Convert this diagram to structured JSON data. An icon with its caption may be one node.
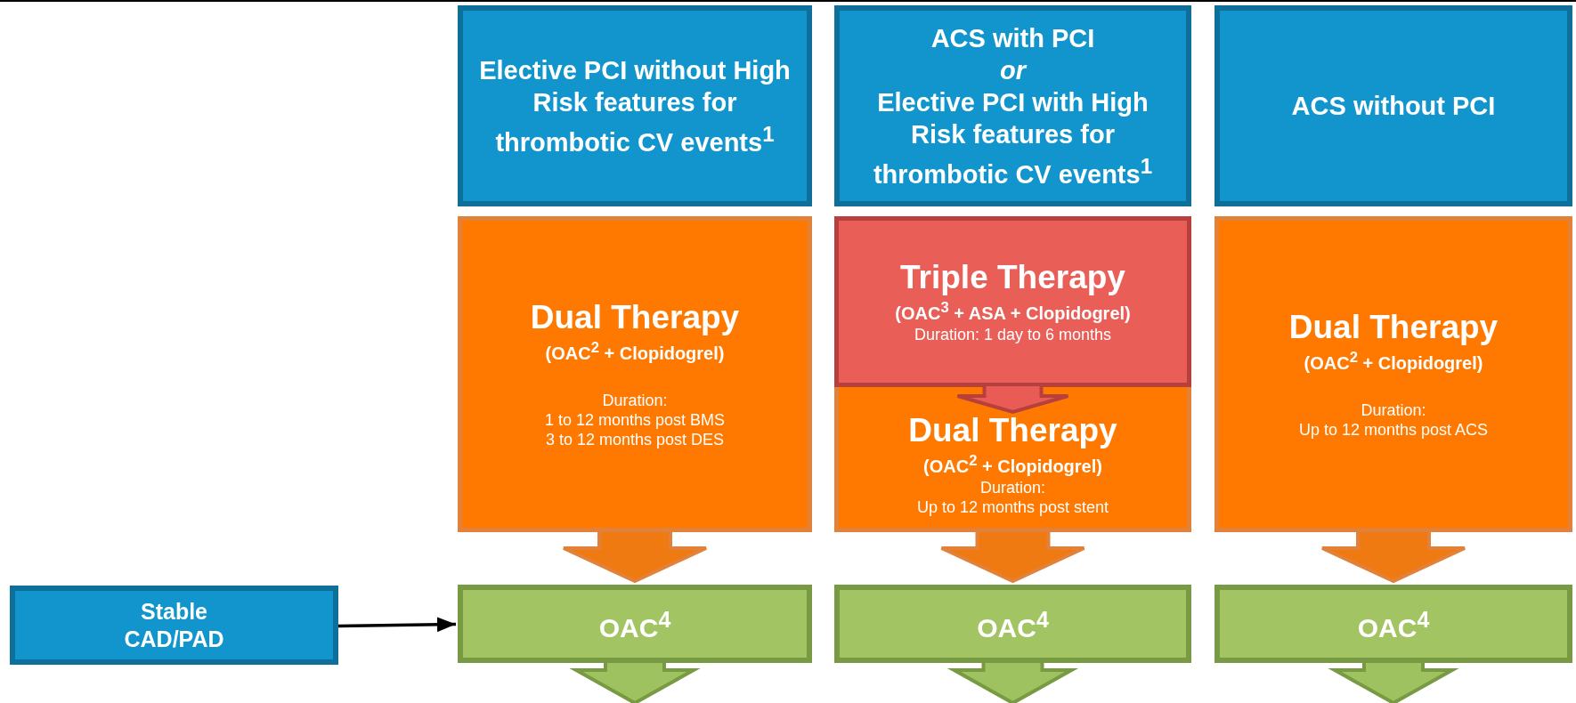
{
  "diagram": {
    "nodes": [
      {
        "text": [
          "Elective PCI without High Risk features for thrombotic CV events$^{1}$"
        ]
      },
      {
        "text": [
          "ACS with PCI",
          "or",
          "Elective PCI with High Risk features for thrombotic CV events$^{1}$"
        ]
      },
      {
        "text": [
          "ACS without PCI"
        ]
      },
      {
        "text": [
          "Dual Therapy",
          "(OAC$^{2}$ + Clopidogrel)",
          "Duration:",
          "1 to 12 months post BMS",
          "3 to 12 months post DES"
        ]
      },
      {
        "text": [
          "Triple Therapy",
          "(OAC$^{3}$ + ASA + Clopidogrel)",
          "Duration: 1 day to 6 months"
        ]
      },
      {
        "text": [
          "Dual Therapy",
          "(OAC$^{2}$ + Clopidogrel)",
          "Duration:",
          "Up to 12 months post stent"
        ]
      },
      {
        "text": [
          "Dual Therapy",
          "(OAC$^{2}$ + Clopidogrel)",
          "Duration:",
          "Up to 12 months post ACS"
        ]
      },
      {
        "text": [
          "Stable CAD/PAD"
        ]
      },
      {
        "text": [
          "OAC$^{4}$"
        ]
      },
      {
        "text": [
          "OAC$^{4}$"
        ]
      },
      {
        "text": [
          "OAC$^{4}$"
        ]
      }
    ],
    "edges": [
      {
        "from": 3,
        "to": 8,
        "arrow": "to",
        "style": "thick",
        "color": "#f07a12"
      },
      {
        "from": 4,
        "to": 5,
        "arrow": "to",
        "style": "thick",
        "color": "#e95c55"
      },
      {
        "from": 5,
        "to": 9,
        "arrow": "to",
        "style": "thick",
        "color": "#f07a12"
      },
      {
        "from": 6,
        "to": 10,
        "arrow": "to",
        "style": "thick",
        "color": "#f07a12"
      },
      {
        "from": 7,
        "to": 8,
        "arrow": "to"
      },
      {
        "from": 8,
        "to": null,
        "arrow": "to",
        "style": "thick",
        "color": "#9fc260"
      },
      {
        "from": 9,
        "to": null,
        "arrow": "to",
        "style": "thick",
        "color": "#9fc260"
      },
      {
        "from": 10,
        "to": null,
        "arrow": "to",
        "style": "thick",
        "color": "#9fc260"
      }
    ]
  }
}
